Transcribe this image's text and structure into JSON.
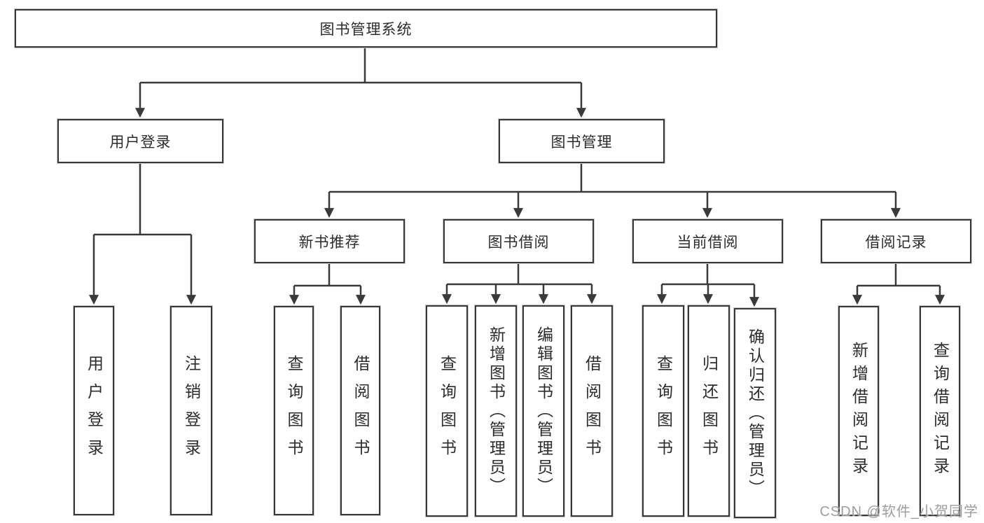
{
  "diagram": {
    "type": "tree",
    "root": {
      "label": "图书管理系统"
    },
    "branches": [
      {
        "label": "用户登录",
        "children": [
          {
            "label": "用户登录"
          },
          {
            "label": "注销登录"
          }
        ]
      },
      {
        "label": "图书管理",
        "children": [
          {
            "label": "新书推荐",
            "children": [
              {
                "label": "查询图书"
              },
              {
                "label": "借阅图书"
              }
            ]
          },
          {
            "label": "图书借阅",
            "children": [
              {
                "label": "查询图书"
              },
              {
                "label": "新增图书（管理员）"
              },
              {
                "label": "编辑图书（管理员）"
              },
              {
                "label": "借阅图书"
              }
            ]
          },
          {
            "label": "当前借阅",
            "children": [
              {
                "label": "查询图书"
              },
              {
                "label": "归还图书"
              },
              {
                "label": "确认归还（管理员）"
              }
            ]
          },
          {
            "label": "借阅记录",
            "children": [
              {
                "label": "新增借阅记录"
              },
              {
                "label": "查询借阅记录"
              }
            ]
          }
        ]
      }
    ],
    "colors": {
      "line": "#3a3a3a",
      "box_border": "#383838",
      "text": "#2c2c2c",
      "background": "#ffffff",
      "watermark": "#9e9e9e"
    }
  },
  "watermark": {
    "text": "CSDN @软件_小贺同学"
  }
}
